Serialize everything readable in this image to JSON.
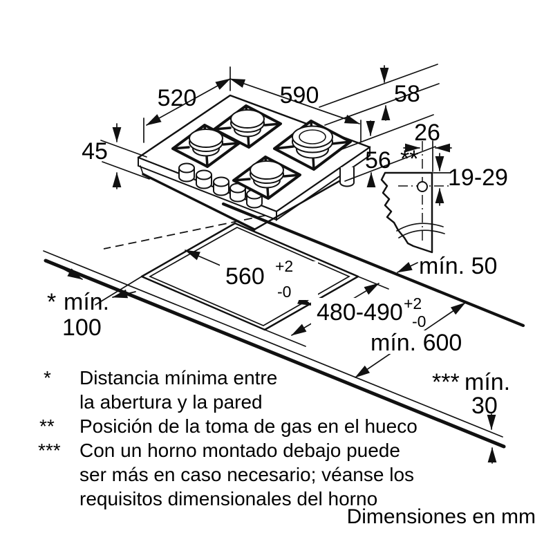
{
  "units_note": "Dimensiones en mm",
  "dims": {
    "depth_top": "520",
    "width_top": "590",
    "height_with_grate": "58",
    "body_height": "45",
    "height_to_base": "56",
    "gas_marker": "**",
    "gas_offset_h": "26",
    "gas_offset_v": "19-29",
    "min_side": "mín. 50",
    "cutout_width_main": "560",
    "cutout_width_sup": "+2",
    "cutout_width_sub": "-0",
    "cutout_depth_main": "480-490",
    "cutout_depth_sup": "+2",
    "cutout_depth_sub": "-0",
    "wall_marker": "*",
    "wall_word": "mín.",
    "wall_value": "100",
    "min_counter_depth": "mín. 600",
    "below_marker": "***",
    "below_word": "mín.",
    "below_value": "30"
  },
  "footnotes": [
    {
      "marker": "*",
      "lines": [
        "Distancia mínima entre",
        "la abertura y la pared"
      ]
    },
    {
      "marker": "**",
      "lines": [
        "Posición de la toma de gas en el hueco"
      ]
    },
    {
      "marker": "***",
      "lines": [
        "Con un horno montado debajo puede",
        "ser más en caso necesario; véanse los",
        "requisitos dimensionales del horno"
      ]
    }
  ],
  "colors": {
    "line": "#111111",
    "burner_fill": "#c7c7c7",
    "background": "#ffffff"
  }
}
